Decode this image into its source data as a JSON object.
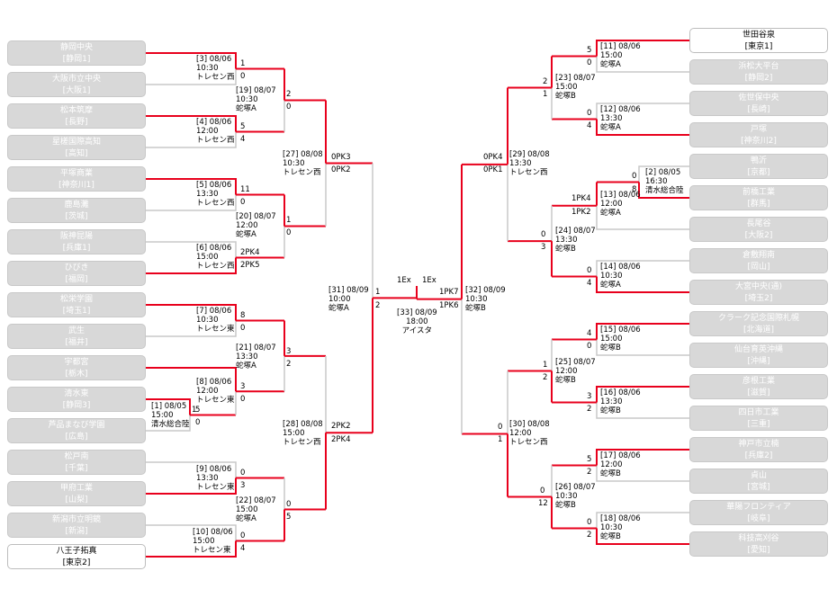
{
  "left_teams": [
    {
      "name": "静岡中央",
      "pref": "[静岡1]"
    },
    {
      "name": "大阪市立中央",
      "pref": "[大阪1]"
    },
    {
      "name": "松本筑摩",
      "pref": "[長野]"
    },
    {
      "name": "星槎国際高知",
      "pref": "[高知]"
    },
    {
      "name": "平塚商業",
      "pref": "[神奈川1]"
    },
    {
      "name": "鹿島灘",
      "pref": "[茨城]"
    },
    {
      "name": "阪神昆陽",
      "pref": "[兵庫1]"
    },
    {
      "name": "ひびき",
      "pref": "[福岡]"
    },
    {
      "name": "松栄学園",
      "pref": "[埼玉1]"
    },
    {
      "name": "武生",
      "pref": "[福井]"
    },
    {
      "name": "宇都宮",
      "pref": "[栃木]"
    },
    {
      "name": "清水東",
      "pref": "[静岡3]"
    },
    {
      "name": "芦品まなび学園",
      "pref": "[広島]"
    },
    {
      "name": "松戸南",
      "pref": "[千葉]"
    },
    {
      "name": "甲府工業",
      "pref": "[山梨]"
    },
    {
      "name": "新潟市立明鏡",
      "pref": "[新潟]"
    },
    {
      "name": "八王子拓真",
      "pref": "[東京2]"
    }
  ],
  "right_teams": [
    {
      "name": "世田谷泉",
      "pref": "[東京1]"
    },
    {
      "name": "浜松大平台",
      "pref": "[静岡2]"
    },
    {
      "name": "佐世保中央",
      "pref": "[長崎]"
    },
    {
      "name": "戸塚",
      "pref": "[神奈川2]"
    },
    {
      "name": "鴨沂",
      "pref": "[京都]"
    },
    {
      "name": "前橋工業",
      "pref": "[群馬]"
    },
    {
      "name": "長尾谷",
      "pref": "[大阪2]"
    },
    {
      "name": "倉敷翔南",
      "pref": "[岡山]"
    },
    {
      "name": "大宮中央(通)",
      "pref": "[埼玉2]"
    },
    {
      "name": "クラーク記念国際札幌",
      "pref": "[北海道]"
    },
    {
      "name": "仙台育英沖縄",
      "pref": "[沖縄]"
    },
    {
      "name": "彦根工業",
      "pref": "[滋賀]"
    },
    {
      "name": "四日市工業",
      "pref": "[三重]"
    },
    {
      "name": "神戸市立楠",
      "pref": "[兵庫2]"
    },
    {
      "name": "貞山",
      "pref": "[宮城]"
    },
    {
      "name": "華陽フロンティア",
      "pref": "[岐阜]"
    },
    {
      "name": "科技高刈谷",
      "pref": "[愛知]"
    }
  ],
  "match_info": {
    "m1": {
      "no": "[1] 08/05",
      "time": "15:00",
      "venue": "清水総合陸"
    },
    "m2": {
      "no": "[2] 08/05",
      "time": "16:30",
      "venue": "清水総合陸"
    },
    "m3": {
      "no": "[3] 08/06",
      "time": "10:30",
      "venue": "トレセン西"
    },
    "m4": {
      "no": "[4] 08/06",
      "time": "12:00",
      "venue": "トレセン西"
    },
    "m5": {
      "no": "[5] 08/06",
      "time": "13:30",
      "venue": "トレセン西"
    },
    "m6": {
      "no": "[6] 08/06",
      "time": "15:00",
      "venue": "トレセン西"
    },
    "m7": {
      "no": "[7] 08/06",
      "time": "10:30",
      "venue": "トレセン東"
    },
    "m8": {
      "no": "[8] 08/06",
      "time": "12:00",
      "venue": "トレセン東"
    },
    "m9": {
      "no": "[9] 08/06",
      "time": "13:30",
      "venue": "トレセン東"
    },
    "m10": {
      "no": "[10] 08/06",
      "time": "15:00",
      "venue": "トレセン東"
    },
    "m11": {
      "no": "[11] 08/06",
      "time": "15:00",
      "venue": "蛇塚A"
    },
    "m12": {
      "no": "[12] 08/06",
      "time": "13:30",
      "venue": "蛇塚A"
    },
    "m13": {
      "no": "[13] 08/06",
      "time": "12:00",
      "venue": "蛇塚A"
    },
    "m14": {
      "no": "[14] 08/06",
      "time": "10:30",
      "venue": "蛇塚A"
    },
    "m15": {
      "no": "[15] 08/06",
      "time": "15:00",
      "venue": "蛇塚B"
    },
    "m16": {
      "no": "[16] 08/06",
      "time": "13:30",
      "venue": "蛇塚B"
    },
    "m17": {
      "no": "[17] 08/06",
      "time": "12:00",
      "venue": "蛇塚B"
    },
    "m18": {
      "no": "[18] 08/06",
      "time": "10:30",
      "venue": "蛇塚B"
    },
    "m19": {
      "no": "[19] 08/07",
      "time": "10:30",
      "venue": "蛇塚A"
    },
    "m20": {
      "no": "[20] 08/07",
      "time": "12:00",
      "venue": "蛇塚A"
    },
    "m21": {
      "no": "[21] 08/07",
      "time": "13:30",
      "venue": "蛇塚A"
    },
    "m22": {
      "no": "[22] 08/07",
      "time": "15:00",
      "venue": "蛇塚A"
    },
    "m23": {
      "no": "[23] 08/07",
      "time": "15:00",
      "venue": "蛇塚B"
    },
    "m24": {
      "no": "[24] 08/07",
      "time": "13:30",
      "venue": "蛇塚B"
    },
    "m25": {
      "no": "[25] 08/07",
      "time": "12:00",
      "venue": "蛇塚B"
    },
    "m26": {
      "no": "[26] 08/07",
      "time": "10:30",
      "venue": "蛇塚B"
    },
    "m27": {
      "no": "[27] 08/08",
      "time": "10:30",
      "venue": "トレセン西"
    },
    "m28": {
      "no": "[28] 08/08",
      "time": "15:00",
      "venue": "トレセン西"
    },
    "m29": {
      "no": "[29] 08/08",
      "time": "13:30",
      "venue": "トレセン西"
    },
    "m30": {
      "no": "[30] 08/08",
      "time": "12:00",
      "venue": "トレセン西"
    },
    "m31": {
      "no": "[31] 08/09",
      "time": "10:00",
      "venue": "蛇塚A"
    },
    "m32": {
      "no": "[32] 08/09",
      "time": "10:30",
      "venue": "蛇塚B"
    },
    "m33": {
      "no": "[33] 08/09",
      "time": "18:00",
      "venue": "アイスタ"
    }
  },
  "scores": {
    "m1_a": "1",
    "m1_b": "5",
    "m1_c": "0",
    "m2_a": "0",
    "m2_b": "8",
    "m3_a": "1",
    "m3_b": "0",
    "m4_a": "5",
    "m4_b": "4",
    "m5_a": "11",
    "m5_b": "0",
    "m6_a": "2PK4",
    "m6_b": "2PK5",
    "m7_a": "8",
    "m7_b": "0",
    "m8_a": "3",
    "m8_b": "0",
    "m9_a": "0",
    "m9_b": "3",
    "m10_a": "0",
    "m10_b": "4",
    "m11_a": "5",
    "m11_b": "0",
    "m12_a": "0",
    "m12_b": "4",
    "m13_a": "1PK4",
    "m13_b": "1PK2",
    "m14_a": "0",
    "m14_b": "4",
    "m15_a": "4",
    "m15_b": "0",
    "m16_a": "3",
    "m16_b": "2",
    "m17_a": "5",
    "m17_b": "2",
    "m18_a": "0",
    "m18_b": "2",
    "m19_a": "2",
    "m19_b": "0",
    "m20_a": "1",
    "m20_b": "0",
    "m21_a": "3",
    "m21_b": "2",
    "m22_a": "0",
    "m22_b": "5",
    "m23_a": "2",
    "m23_b": "1",
    "m24_a": "0",
    "m24_b": "3",
    "m25_a": "1",
    "m25_b": "2",
    "m26_a": "0",
    "m26_b": "12",
    "m27_a": "0PK3",
    "m27_b": "0PK2",
    "m28_a": "2PK2",
    "m28_b": "2PK4",
    "m29_a": "0PK4",
    "m29_b": "0PK1",
    "m30_a": "0",
    "m30_b": "1",
    "m31_a": "1",
    "m31_b": "2",
    "m32_a": "1PK7",
    "m32_b": "1PK6",
    "m33_a": "1Ex",
    "m33_b": "1Ex"
  },
  "colors": {
    "winner_line": "#e8001c",
    "loser_line": "#c8c8c8",
    "team_box": "#d8d8d8",
    "champion_box": "#ffffff"
  }
}
